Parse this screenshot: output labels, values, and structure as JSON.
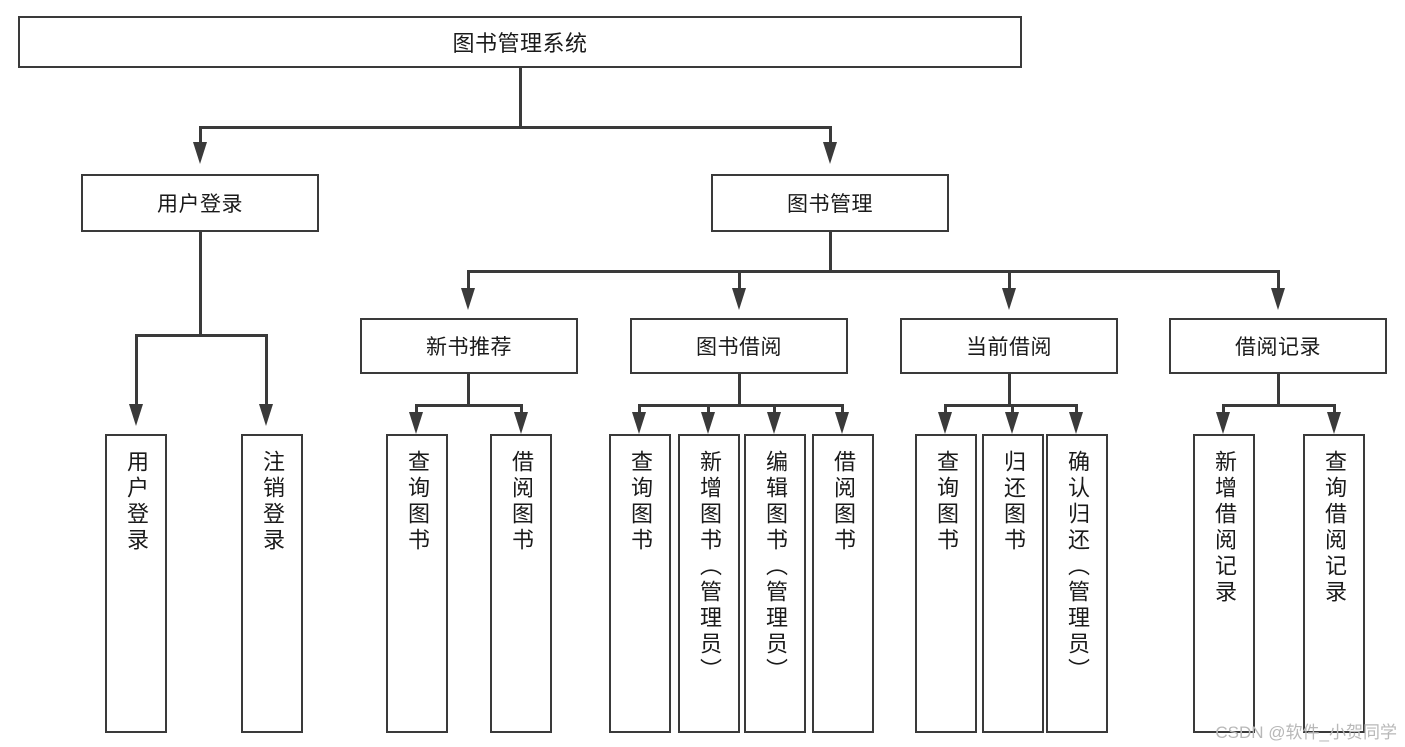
{
  "diagram": {
    "type": "tree-hierarchy",
    "title": "图书管理系统",
    "root": {
      "label": "图书管理系统"
    },
    "level2": [
      {
        "label": "用户登录"
      },
      {
        "label": "图书管理"
      }
    ],
    "level3": [
      {
        "label": "新书推荐"
      },
      {
        "label": "图书借阅"
      },
      {
        "label": "当前借阅"
      },
      {
        "label": "借阅记录"
      }
    ],
    "leaves": {
      "user_login": [
        {
          "label": "用户登录"
        },
        {
          "label": "注销登录"
        }
      ],
      "new_book_recommend": [
        {
          "label": "查询图书"
        },
        {
          "label": "借阅图书"
        }
      ],
      "book_borrow": [
        {
          "label": "查询图书"
        },
        {
          "label": "新增图书（管理员）"
        },
        {
          "label": "编辑图书（管理员）"
        },
        {
          "label": "借阅图书"
        }
      ],
      "current_borrow": [
        {
          "label": "查询图书"
        },
        {
          "label": "归还图书"
        },
        {
          "label": "确认归还（管理员）"
        }
      ],
      "borrow_record": [
        {
          "label": "新增借阅记录"
        },
        {
          "label": "查询借阅记录"
        }
      ]
    }
  },
  "watermark": {
    "text": "CSDN @软件_小贺同学"
  },
  "colors": {
    "stroke": "#3a3a3a",
    "background": "#ffffff",
    "text": "#1a1a1a",
    "watermark": "#b8b8b8"
  }
}
